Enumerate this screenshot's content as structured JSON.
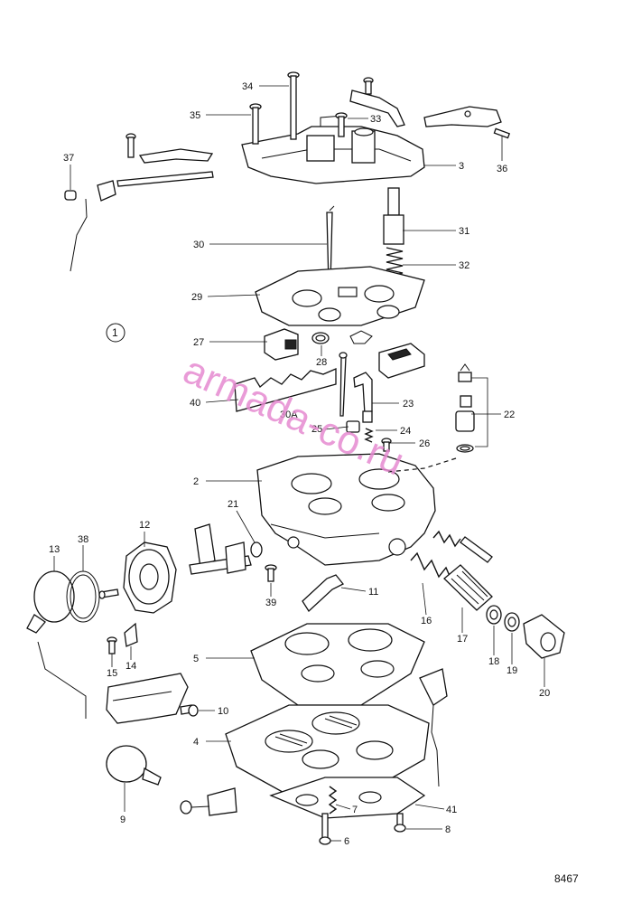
{
  "figure_number": "8467",
  "view_marker": "1",
  "watermark": "armada-co.ru",
  "colors": {
    "watermark": "#e58ad0",
    "line": "#111111"
  },
  "callouts": [
    {
      "id": "c34",
      "text": "34"
    },
    {
      "id": "c35",
      "text": "35"
    },
    {
      "id": "c33",
      "text": "33"
    },
    {
      "id": "c3",
      "text": "3"
    },
    {
      "id": "c36",
      "text": "36"
    },
    {
      "id": "c37",
      "text": "37"
    },
    {
      "id": "c30",
      "text": "30"
    },
    {
      "id": "c31",
      "text": "31"
    },
    {
      "id": "c32",
      "text": "32"
    },
    {
      "id": "c29",
      "text": "29"
    },
    {
      "id": "c27",
      "text": "27"
    },
    {
      "id": "c28",
      "text": "28"
    },
    {
      "id": "c40",
      "text": "40"
    },
    {
      "id": "c30A",
      "text": "30A"
    },
    {
      "id": "c25",
      "text": "25"
    },
    {
      "id": "c23",
      "text": "23"
    },
    {
      "id": "c22",
      "text": "22"
    },
    {
      "id": "c24",
      "text": "24"
    },
    {
      "id": "c26",
      "text": "26"
    },
    {
      "id": "c2",
      "text": "2"
    },
    {
      "id": "c21",
      "text": "21"
    },
    {
      "id": "c12",
      "text": "12"
    },
    {
      "id": "c13",
      "text": "13"
    },
    {
      "id": "c38",
      "text": "38"
    },
    {
      "id": "c39",
      "text": "39"
    },
    {
      "id": "c11",
      "text": "11"
    },
    {
      "id": "c16",
      "text": "16"
    },
    {
      "id": "c17",
      "text": "17"
    },
    {
      "id": "c18",
      "text": "18"
    },
    {
      "id": "c19",
      "text": "19"
    },
    {
      "id": "c20",
      "text": "20"
    },
    {
      "id": "c15",
      "text": "15"
    },
    {
      "id": "c14",
      "text": "14"
    },
    {
      "id": "c5",
      "text": "5"
    },
    {
      "id": "c10",
      "text": "10"
    },
    {
      "id": "c4",
      "text": "4"
    },
    {
      "id": "c9",
      "text": "9"
    },
    {
      "id": "c7",
      "text": "7"
    },
    {
      "id": "c41",
      "text": "41"
    },
    {
      "id": "c8",
      "text": "8"
    },
    {
      "id": "c6",
      "text": "6"
    }
  ]
}
